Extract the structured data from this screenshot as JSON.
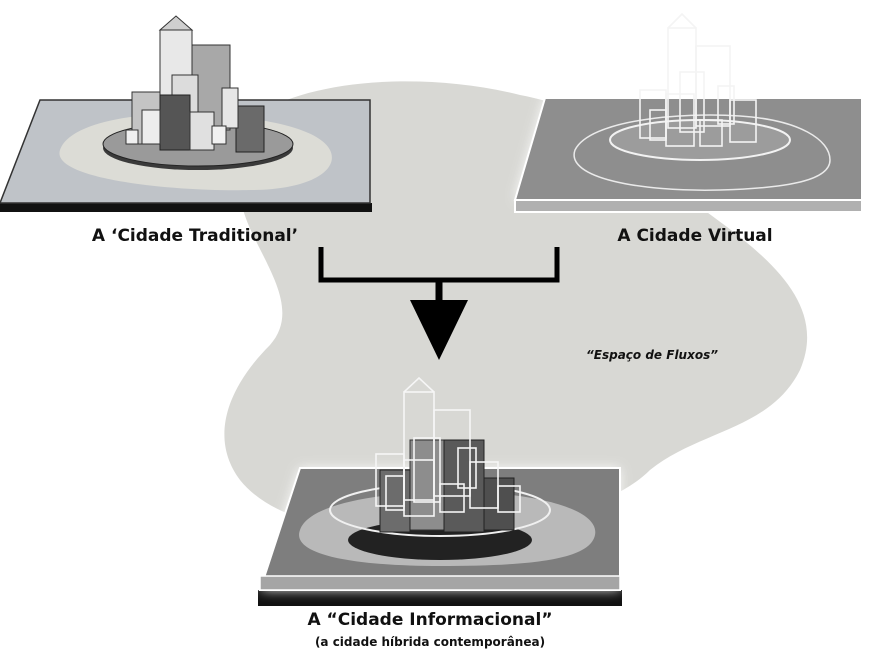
{
  "labels": {
    "traditional": "A ‘Cidade Traditional’",
    "virtual": "A Cidade Virtual",
    "flows": "“Espaço de Fluxos”",
    "informational": "A “Cidade Informacional”",
    "informational_sub": "(a cidade híbrida contemporânea)"
  },
  "colors": {
    "flow_space": "#d8d8d4",
    "arrow": "#000000",
    "slab_dark": "#1a1a1a",
    "slab_top": "#bfc3c8",
    "island": "#dcdcd6",
    "building_light": "#e6e6e6",
    "building_mid": "#a9a9a9",
    "building_dark": "#555555",
    "virtual_top": "#8e8e8e"
  },
  "icons": {
    "traditional_city": "solid-city-model-icon",
    "virtual_city": "wireframe-city-model-icon",
    "hybrid_city": "hybrid-city-model-icon",
    "merge_arrow": "down-arrow-icon"
  }
}
